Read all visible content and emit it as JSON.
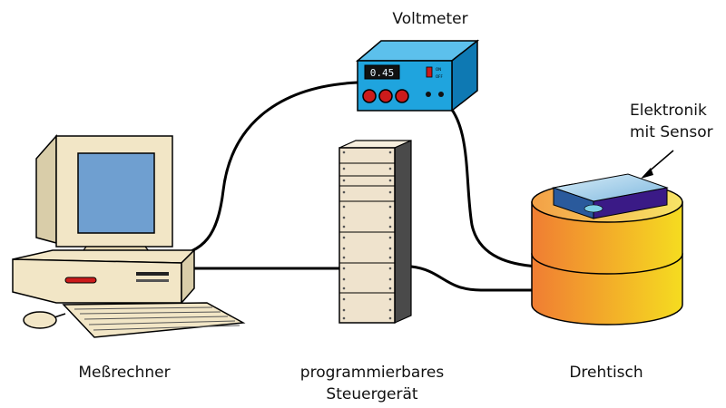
{
  "labels": {
    "voltmeter": "Voltmeter",
    "computer": "Meßrechner",
    "controller_line1": "programmierbares",
    "controller_line2": "Steuergerät",
    "turntable": "Drehtisch",
    "sensor_line1": "Elektronik",
    "sensor_line2": "mit Sensor"
  },
  "voltmeter_display": "0.45",
  "voltmeter_switch": {
    "on": "ON",
    "off": "OFF"
  },
  "colors": {
    "voltmeter_body": "#1fa4de",
    "knobs": "#cc1b1b",
    "monitor_screen": "#6f9fd0",
    "computer_case": "#f2e6c6",
    "rack": "#efe3cd",
    "rack_side": "#4a4a4a",
    "turntable_left": "#f07d33",
    "turntable_right": "#f5dc20",
    "sensor_top": "#9cc9e6",
    "sensor_side": "#3a1a86",
    "cable": "#000000"
  }
}
